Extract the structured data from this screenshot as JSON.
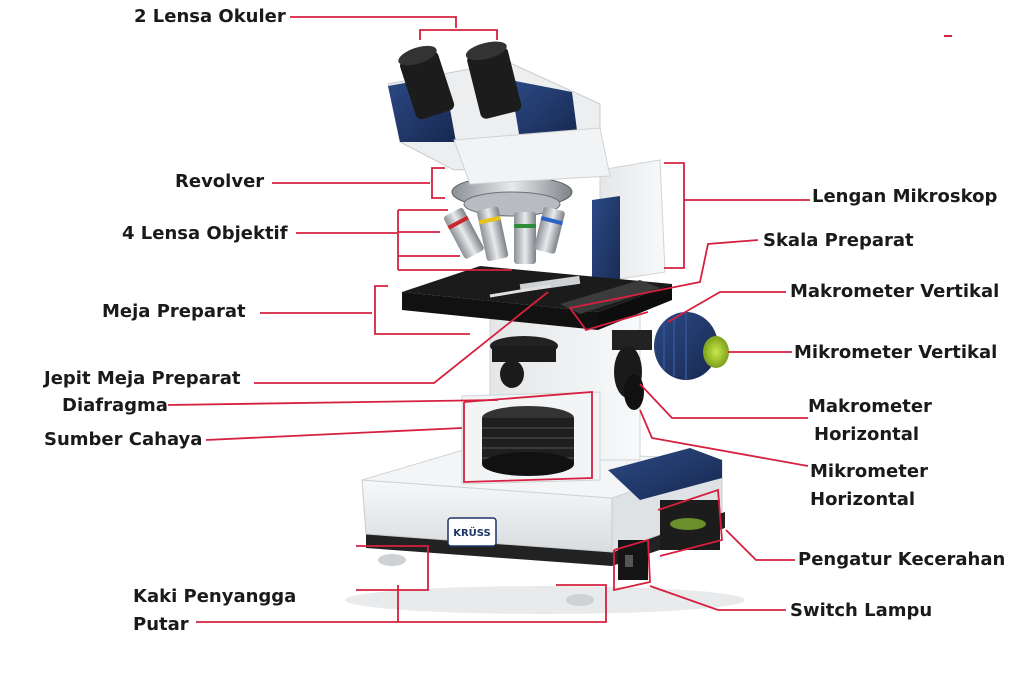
{
  "labels": {
    "lensa_okuler": "2 Lensa Okuler",
    "revolver": "Revolver",
    "lensa_objektif": "4 Lensa Objektif",
    "meja_preparat": "Meja Preparat",
    "jepit_meja_preparat": "Jepit Meja Preparat",
    "diafragma": "Diafragma",
    "sumber_cahaya": "Sumber Cahaya",
    "kaki_penyangga_putar_1": "Kaki Penyangga",
    "kaki_penyangga_putar_2": "Putar",
    "lengan_mikroskop": "Lengan Mikroskop",
    "skala_preparat": "Skala Preparat",
    "makrometer_vertikal": "Makrometer Vertikal",
    "mikrometer_vertikal": "Mikrometer Vertikal",
    "makrometer_horizontal_1": "Makrometer",
    "makrometer_horizontal_2": "Horizontal",
    "mikrometer_horizontal_1": "Mikrometer",
    "mikrometer_horizontal_2": "Horizontal",
    "pengatur_kecerahan": "Pengatur Kecerahan",
    "switch_lampu": "Switch Lampu"
  },
  "brand": "KRÜSS",
  "colors": {
    "leader": "#d6203f",
    "body_white": "#eef0f2",
    "body_blue": "#1e3566",
    "dark": "#1b1b1b"
  }
}
